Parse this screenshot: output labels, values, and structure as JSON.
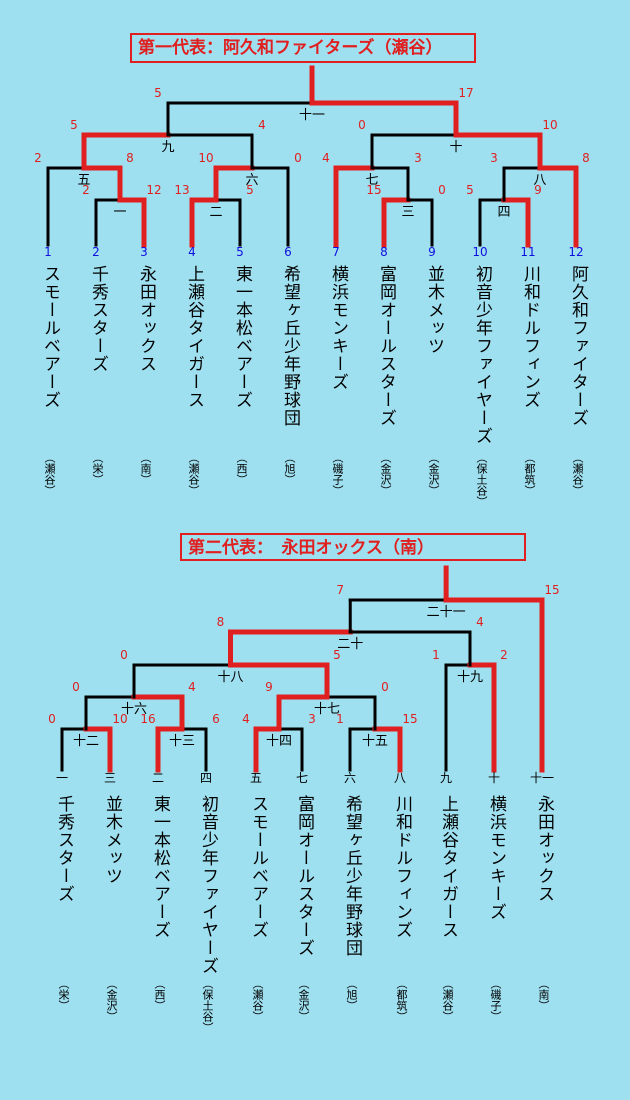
{
  "colors": {
    "background": "#9fe0f0",
    "winner_line": "#e02020",
    "normal_line": "#000000",
    "score": "#e02020",
    "seed": "#1010e0"
  },
  "bracket1": {
    "title": "第一代表：阿久和ファイターズ（瀬谷）",
    "teams": [
      {
        "seed": "1",
        "name": "スモールベアーズ",
        "area": "（瀬谷）"
      },
      {
        "seed": "2",
        "name": "千秀スターズ",
        "area": "（栄）"
      },
      {
        "seed": "3",
        "name": "永田オックス",
        "area": "（南）"
      },
      {
        "seed": "4",
        "name": "上瀬谷タイガース",
        "area": "（瀬谷）"
      },
      {
        "seed": "5",
        "name": "東一本松ベアーズ",
        "area": "（西）"
      },
      {
        "seed": "6",
        "name": "希望ヶ丘少年野球団",
        "area": "（旭）"
      },
      {
        "seed": "7",
        "name": "横浜モンキーズ",
        "area": "（磯子）"
      },
      {
        "seed": "8",
        "name": "富岡オールスターズ",
        "area": "（金沢）"
      },
      {
        "seed": "9",
        "name": "並木メッツ",
        "area": "（金沢）"
      },
      {
        "seed": "10",
        "name": "初音少年ファイヤーズ",
        "area": "（保土谷）"
      },
      {
        "seed": "11",
        "name": "川和ドルフィンズ",
        "area": "（都筑）"
      },
      {
        "seed": "12",
        "name": "阿久和ファイターズ",
        "area": "（瀬谷）"
      }
    ],
    "games": [
      {
        "num": "一",
        "left": "2",
        "right": "12"
      },
      {
        "num": "二",
        "left": "13",
        "right": "5"
      },
      {
        "num": "三",
        "left": "15",
        "right": "0"
      },
      {
        "num": "四",
        "left": "5",
        "right": "9"
      },
      {
        "num": "五",
        "left": "2",
        "right": "8"
      },
      {
        "num": "六",
        "left": "10",
        "right": "0"
      },
      {
        "num": "七",
        "left": "4",
        "right": "3"
      },
      {
        "num": "八",
        "left": "3",
        "right": "8"
      },
      {
        "num": "九",
        "left": "5",
        "right": "4"
      },
      {
        "num": "十",
        "left": "0",
        "right": "10"
      },
      {
        "num": "十一",
        "left": "5",
        "right": "17"
      }
    ]
  },
  "bracket2": {
    "title": "第二代表：　永田オックス（南）",
    "teams": [
      {
        "seed": "一",
        "name": "千秀スターズ",
        "area": "（栄）"
      },
      {
        "seed": "三",
        "name": "並木メッツ",
        "area": "（金沢）"
      },
      {
        "seed": "二",
        "name": "東一本松ベアーズ",
        "area": "（西）"
      },
      {
        "seed": "四",
        "name": "初音少年ファイヤーズ",
        "area": "（保土谷）"
      },
      {
        "seed": "五",
        "name": "スモールベアーズ",
        "area": "（瀬谷）"
      },
      {
        "seed": "七",
        "name": "富岡オールスターズ",
        "area": "（金沢）"
      },
      {
        "seed": "六",
        "name": "希望ヶ丘少年野球団",
        "area": "（旭）"
      },
      {
        "seed": "八",
        "name": "川和ドルフィンズ",
        "area": "（都筑）"
      },
      {
        "seed": "九",
        "name": "上瀬谷タイガース",
        "area": "（瀬谷）"
      },
      {
        "seed": "十",
        "name": "横浜モンキーズ",
        "area": "（磯子）"
      },
      {
        "seed": "十一",
        "name": "永田オックス",
        "area": "（南）"
      }
    ],
    "games": [
      {
        "num": "十二",
        "left": "0",
        "right": "10"
      },
      {
        "num": "十三",
        "left": "16",
        "right": "6"
      },
      {
        "num": "十四",
        "left": "4",
        "right": "3"
      },
      {
        "num": "十五",
        "left": "1",
        "right": "15"
      },
      {
        "num": "十六",
        "left": "0",
        "right": "4"
      },
      {
        "num": "十七",
        "left": "9",
        "right": "0"
      },
      {
        "num": "十八",
        "left": "0",
        "right": "5"
      },
      {
        "num": "十九",
        "left": "1",
        "right": "2"
      },
      {
        "num": "二十",
        "left": "8",
        "right": "4"
      },
      {
        "num": "二十一",
        "left": "7",
        "right": "15"
      }
    ]
  }
}
